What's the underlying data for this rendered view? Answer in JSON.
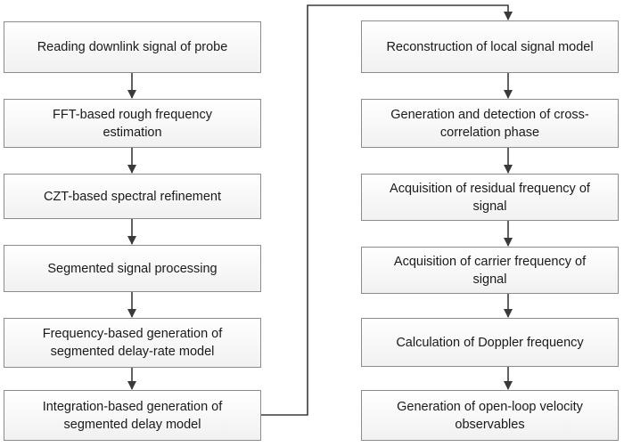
{
  "diagram": {
    "left_column": [
      "Reading downlink signal of probe",
      "FFT-based rough frequency estimation",
      "CZT-based spectral refinement",
      "Segmented signal processing",
      "Frequency-based generation of segmented delay-rate model",
      "Integration-based generation of segmented delay model"
    ],
    "right_column": [
      "Reconstruction of local signal model",
      "Generation and detection of cross-correlation phase",
      "Acquisition of residual frequency of signal",
      "Acquisition of carrier frequency of signal",
      "Calculation of Doppler frequency",
      "Generation of open-loop velocity observables"
    ]
  }
}
